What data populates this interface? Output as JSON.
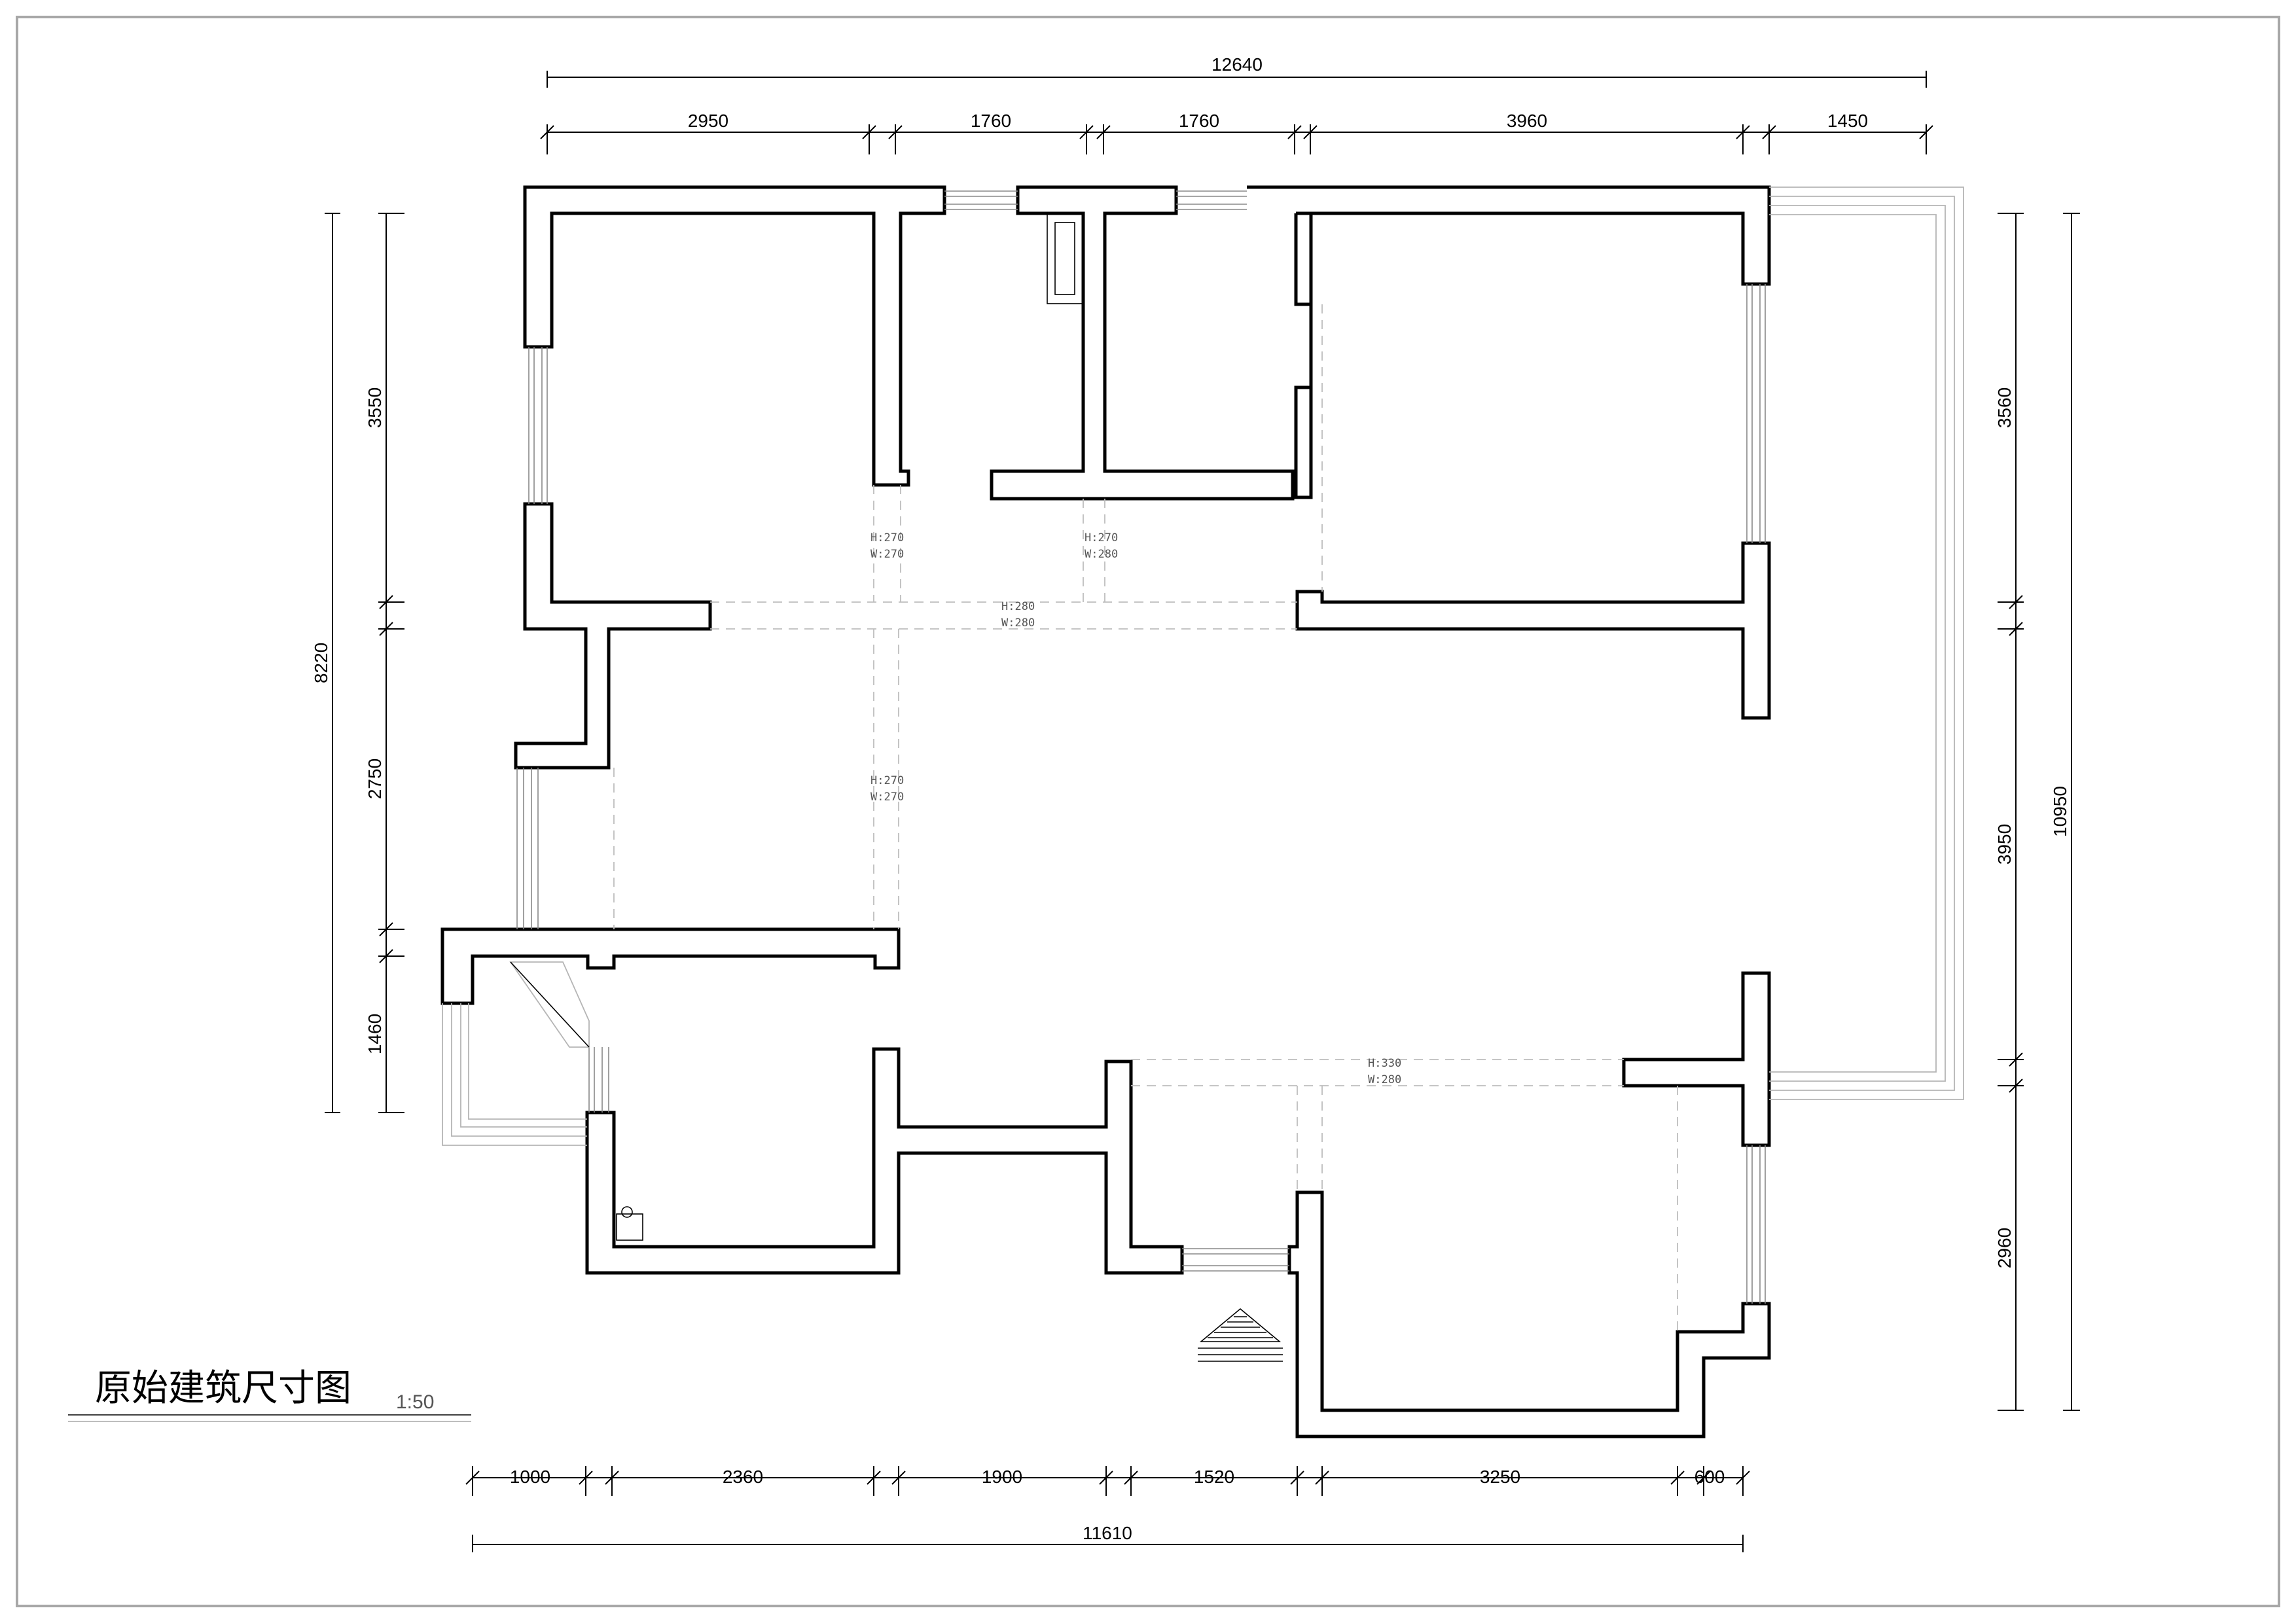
{
  "title": "原始建筑尺寸图",
  "scale": "1:50",
  "dimensions": {
    "top_total": "12640",
    "top_segments": [
      "2950",
      "1760",
      "1760",
      "3960",
      "1450"
    ],
    "bottom_segments": [
      "1000",
      "2360",
      "1900",
      "1520",
      "3250",
      "600"
    ],
    "bottom_total": "11610",
    "left_segments": [
      "3550",
      "2750",
      "1460"
    ],
    "left_total": "8220",
    "right_segments": [
      "3560",
      "3950",
      "2960"
    ],
    "right_total": "10950"
  },
  "openings": [
    {
      "h": "H:270",
      "w": "W:270"
    },
    {
      "h": "H:270",
      "w": "W:280"
    },
    {
      "h": "H:280",
      "w": "W:280"
    },
    {
      "h": "H:270",
      "w": "W:270"
    },
    {
      "h": "H:330",
      "w": "W:280"
    }
  ],
  "colors": {
    "wall": "#000000",
    "frame": "#b0b0b0",
    "dashed": "#bdbdbd"
  }
}
